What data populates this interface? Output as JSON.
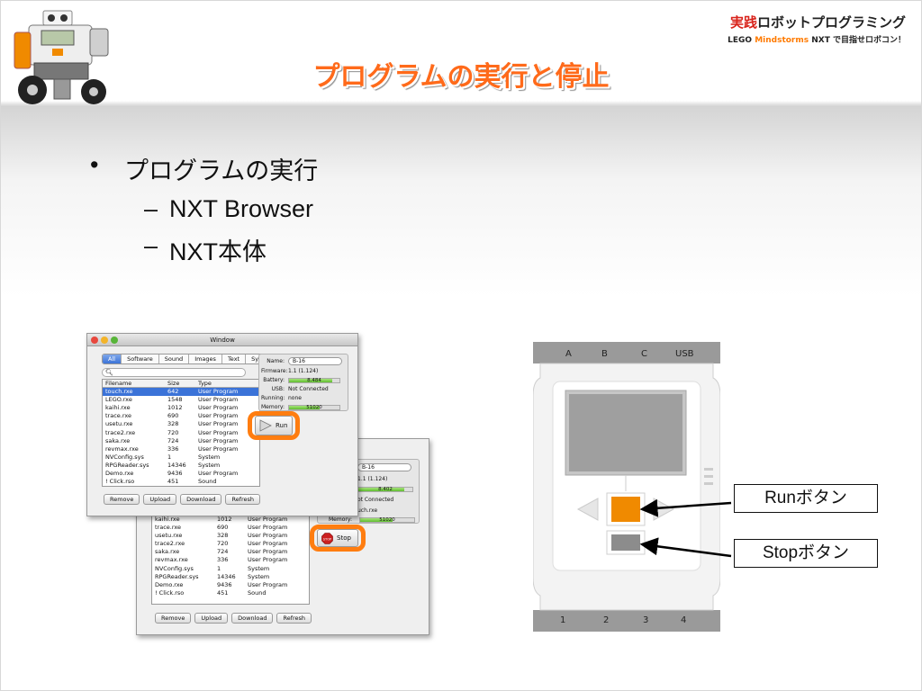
{
  "title": "プログラムの実行と停止",
  "brand": {
    "line1_red": "実践",
    "line1_rest": "ロボットプログラミング",
    "line2_a": "LEGO",
    "line2_b": "Mindstorms",
    "line2_c": "NXT で目指せロボコン！"
  },
  "bullets": {
    "main": "プログラムの実行",
    "sub": [
      "NXT Browser",
      "NXT本体"
    ]
  },
  "browser_window": {
    "title": "Window",
    "tabs": [
      "All",
      "Software",
      "Sound",
      "Images",
      "Text",
      "System"
    ],
    "search_icon": "magnifier-glyph",
    "columns": [
      "Filename",
      "Size",
      "Type"
    ],
    "rows": [
      [
        "touch.rxe",
        "642",
        "User Program"
      ],
      [
        "LEGO.rxe",
        "1548",
        "User Program"
      ],
      [
        "kaihi.rxe",
        "1012",
        "User Program"
      ],
      [
        "trace.rxe",
        "690",
        "User Program"
      ],
      [
        "usetu.rxe",
        "328",
        "User Program"
      ],
      [
        "trace2.rxe",
        "720",
        "User Program"
      ],
      [
        "saka.rxe",
        "724",
        "User Program"
      ],
      [
        "revmax.rxe",
        "336",
        "User Program"
      ],
      [
        "NVConfig.sys",
        "1",
        "System"
      ],
      [
        "RPGReader.sys",
        "14346",
        "System"
      ],
      [
        "Demo.rxe",
        "9436",
        "User Program"
      ],
      [
        "! Click.rso",
        "451",
        "Sound"
      ]
    ],
    "buttons": [
      "Remove",
      "Upload",
      "Download",
      "Refresh"
    ],
    "info": {
      "name_label": "Name:",
      "name_value": "B-16",
      "firmware_label": "Firmware:",
      "firmware_value": "1.1 (1.124)",
      "battery_label": "Battery:",
      "battery_value": "8.484",
      "battery_fraction": 0.85,
      "usb_label": "USB:",
      "usb_value": "Not Connected",
      "running_label": "Running:",
      "running_value": "none",
      "memory_label": "Memory:",
      "memory_value": "51020",
      "memory_fraction": 0.6
    },
    "run_label": "Run",
    "run_icon": "play-triangle-icon"
  },
  "browser_window_back": {
    "rows": [
      [
        "kaihi.rxe",
        "1012",
        "User Program"
      ],
      [
        "trace.rxe",
        "690",
        "User Program"
      ],
      [
        "usetu.rxe",
        "328",
        "User Program"
      ],
      [
        "trace2.rxe",
        "720",
        "User Program"
      ],
      [
        "saka.rxe",
        "724",
        "User Program"
      ],
      [
        "revmax.rxe",
        "336",
        "User Program"
      ],
      [
        "NVConfig.sys",
        "1",
        "System"
      ],
      [
        "RPGReader.sys",
        "14346",
        "System"
      ],
      [
        "Demo.rxe",
        "9436",
        "User Program"
      ],
      [
        "! Click.rso",
        "451",
        "Sound"
      ]
    ],
    "buttons": [
      "Remove",
      "Upload",
      "Download",
      "Refresh"
    ],
    "info": {
      "name_value": "B-16",
      "firmware_value": "1.1 (1.124)",
      "battery_value": "8.402",
      "battery_fraction": 0.85,
      "usb_value": "ot Connected",
      "running_value": "uch.rxe",
      "memory_label": "Memory:",
      "memory_value": "51020",
      "memory_fraction": 0.6
    },
    "stop_label": "Stop",
    "stop_icon": "stop-sign-icon"
  },
  "nxt": {
    "ports_top": [
      "A",
      "B",
      "C",
      "USB"
    ],
    "ports_bottom": [
      "1",
      "2",
      "3",
      "4"
    ],
    "run_button_color": "#f08a00",
    "stop_button_color": "#8c8c8c"
  },
  "callouts": {
    "run": "Runボタン",
    "stop": "Stopボタン"
  },
  "colors": {
    "title": "#ff6a1a",
    "highlight_ring": "#ff7d10",
    "brand_red": "#d9241c",
    "brand_orange": "#ff7a00"
  }
}
